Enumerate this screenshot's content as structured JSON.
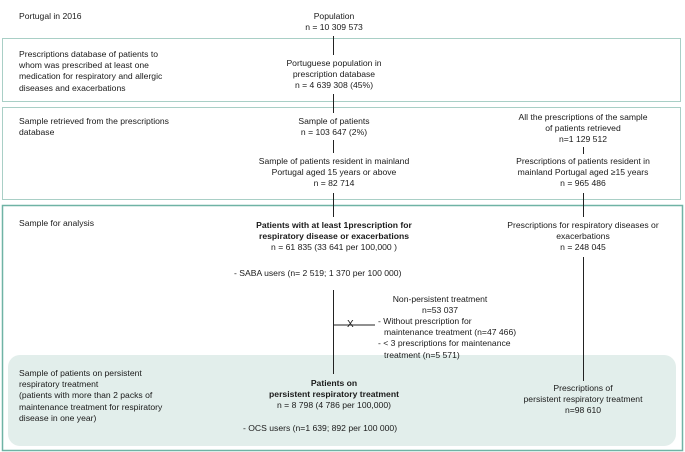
{
  "row1": {
    "label": "Portugal in 2016",
    "center": [
      "Population",
      "n = 10 309 573"
    ]
  },
  "row2": {
    "label": [
      "Prescriptions database of patients to",
      "whom was prescribed at least one",
      "medication for respiratory and allergic",
      "diseases and exacerbations"
    ],
    "center": [
      "Portuguese population in",
      "prescription database",
      "n = 4 639 308 (45%)"
    ]
  },
  "row3": {
    "label": [
      "Sample retrieved from the prescriptions",
      "database"
    ],
    "center_top": [
      "Sample of patients",
      "n = 103 647 (2%)"
    ],
    "center_bottom": [
      "Sample of patients resident in mainland",
      "Portugal aged 15 years or above",
      "n = 82 714"
    ],
    "right_top": [
      "All the prescriptions of the sample",
      "of patients retrieved",
      "n=1 129 512"
    ],
    "right_bottom": [
      "Prescriptions of patients resident in",
      "mainland Portugal aged ≥15 years",
      "n = 965 486"
    ]
  },
  "row4": {
    "label": "Sample for analysis",
    "center": [
      "Patients with at least 1prescription for",
      "respiratory disease or exacerbations",
      "n = 61 835 (33 641 per 100,000 )"
    ],
    "saba": "- SABA users  (n= 2 519; 1 370 per 100 000)",
    "right": [
      "Prescriptions for respiratory diseases or",
      "exacerbations",
      "n = 248 045"
    ],
    "exclusion": {
      "marker": "X",
      "title": "Non-persistent treatment",
      "n": "n=53 037",
      "items": [
        "- Without prescription for",
        "  maintenance treatment (n=47 466)",
        "- < 3 prescriptions for maintenance",
        "  treatment (n=5 571)"
      ]
    }
  },
  "row5": {
    "label": [
      "Sample of patients on persistent",
      "respiratory treatment",
      "(patients with more than 2 packs of",
      "maintenance treatment for respiratory",
      "disease in one year)"
    ],
    "center": [
      "Patients on",
      "persistent respiratory treatment",
      "n = 8 798 (4 786 per 100,000)"
    ],
    "ocs": "- OCS users (n=1 639; 892 per 100 000)",
    "right": [
      "Prescriptions of",
      "persistent respiratory treatment",
      "n=98 610"
    ]
  },
  "colors": {
    "frame": "#a9cfc6",
    "frame_dark": "#6fb3a5",
    "highlight": "#e2eeeb",
    "line": "#222222"
  }
}
